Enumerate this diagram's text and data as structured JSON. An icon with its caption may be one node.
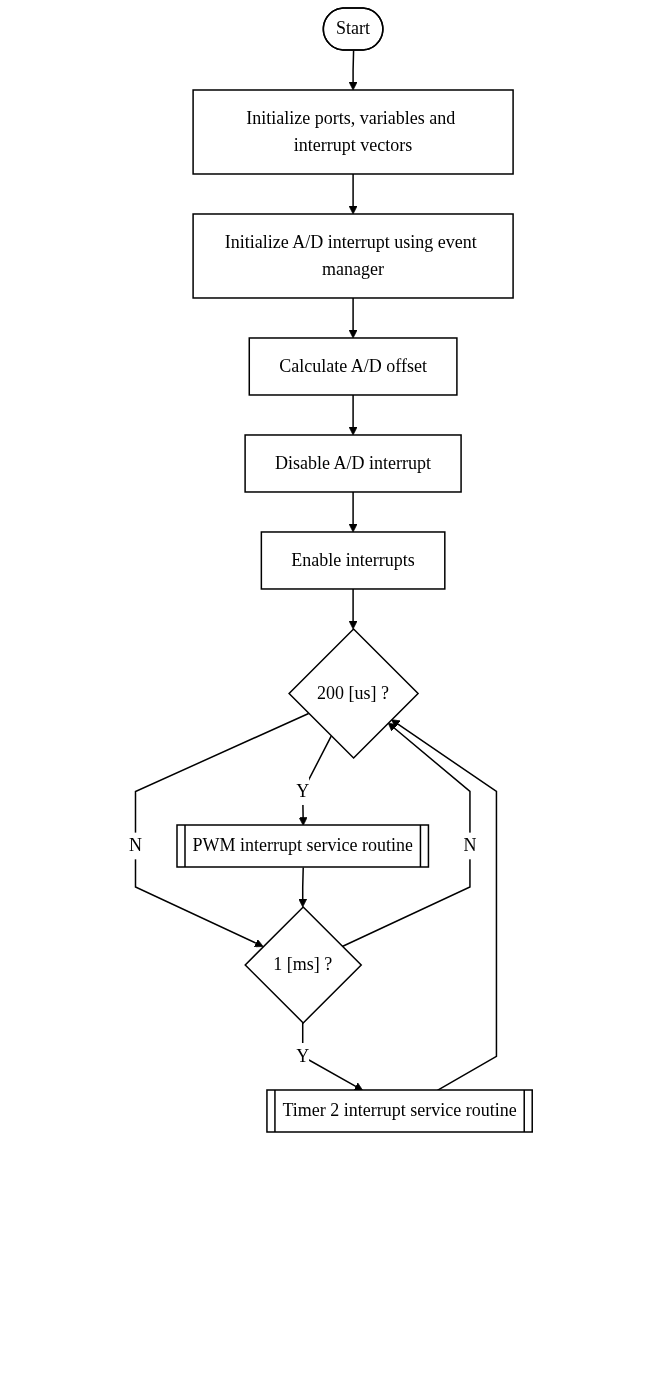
{
  "diagram": {
    "nodes": [
      {
        "text": [
          "Start"
        ]
      },
      {
        "text": [
          "Initialize ports, variables and interrupt vectors"
        ]
      },
      {
        "text": [
          "Initialize A/D interrupt using event manager"
        ]
      },
      {
        "text": [
          "Calculate A/D offset"
        ]
      },
      {
        "text": [
          "Disable A/D interrupt"
        ]
      },
      {
        "text": [
          "Enable interrupts"
        ]
      },
      {
        "text": [
          "200 [us] ?"
        ]
      },
      {
        "text": [
          "PWM interrupt service routine"
        ]
      },
      {
        "text": [
          "1 [ms] ?"
        ]
      },
      {
        "text": [
          "Timer 2 interrupt service routine"
        ]
      }
    ],
    "edges": [
      {
        "from": 0,
        "to": 1,
        "arrow": "to"
      },
      {
        "from": 1,
        "to": 2,
        "arrow": "to"
      },
      {
        "from": 2,
        "to": 3,
        "arrow": "to"
      },
      {
        "from": 3,
        "to": 4,
        "arrow": "to"
      },
      {
        "from": 4,
        "to": 5,
        "arrow": "to"
      },
      {
        "from": 5,
        "to": 6,
        "arrow": "to"
      },
      {
        "from": 6,
        "to": 7,
        "label": "Y",
        "arrow": "to"
      },
      {
        "from": 6,
        "to": 8,
        "label": "N",
        "arrow": "to"
      },
      {
        "from": 7,
        "to": 8,
        "arrow": "to"
      },
      {
        "from": 8,
        "to": 9,
        "label": "Y",
        "arrow": "to"
      },
      {
        "from": 8,
        "to": 6,
        "label": "N",
        "arrow": "to"
      },
      {
        "from": 9,
        "to": 6,
        "arrow": "to"
      }
    ]
  }
}
